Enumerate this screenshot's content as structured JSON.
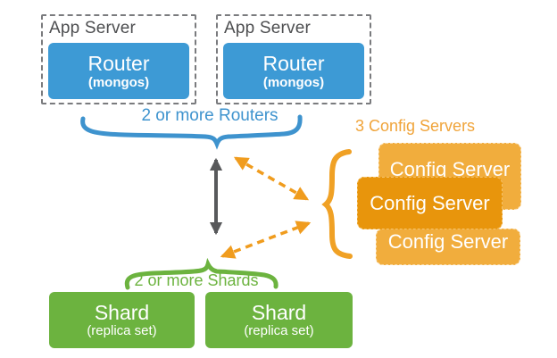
{
  "diagram": {
    "title_implied": "Sharded cluster architecture",
    "app_servers": [
      {
        "label": "App Server",
        "router": {
          "title": "Router",
          "subtitle": "(mongos)"
        }
      },
      {
        "label": "App Server",
        "router": {
          "title": "Router",
          "subtitle": "(mongos)"
        }
      }
    ],
    "routers_brace_label": "2 or more Routers",
    "config_servers_label": "3 Config Servers",
    "config_servers": [
      {
        "label": "Config Server"
      },
      {
        "label": "Config Server"
      },
      {
        "label": "Config Server"
      }
    ],
    "shards_brace_label": "2 or more Shards",
    "shards": [
      {
        "title": "Shard",
        "subtitle": "(replica set)"
      },
      {
        "title": "Shard",
        "subtitle": "(replica set)"
      }
    ],
    "colors": {
      "router_blue": "#3d9ad5",
      "blue_accent": "#3e93ce",
      "config_orange_light": "#f1ad3d",
      "config_orange_dark": "#e8950c",
      "orange_accent": "#f09c1e",
      "shard_green": "#6cb33f",
      "gray_text": "#4d4e50",
      "gray_arrow": "#58595b",
      "dashed_border_gray": "#7a7b7e"
    }
  }
}
